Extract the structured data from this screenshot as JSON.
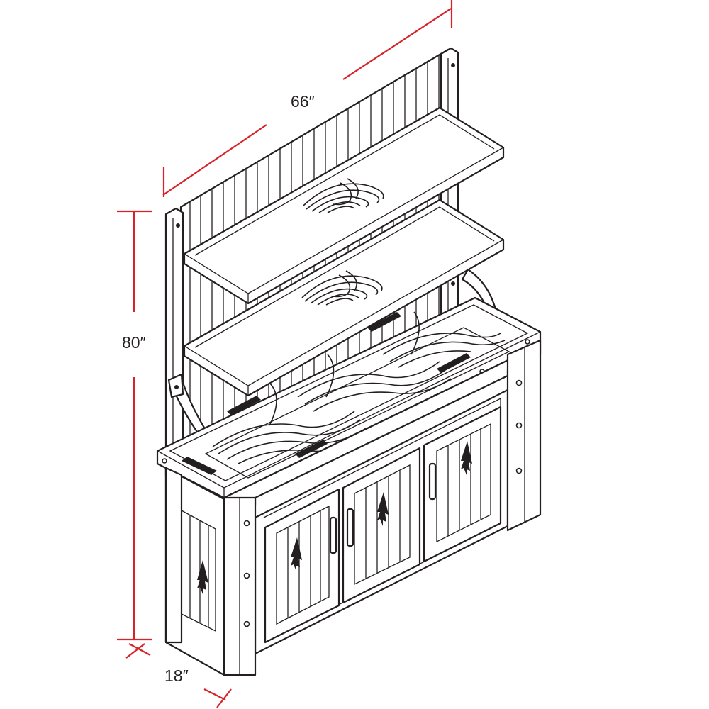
{
  "dimensions": {
    "width": "66″",
    "height": "80″",
    "depth": "18″"
  },
  "colors": {
    "dimension_line": "#d7222a",
    "outline": "#231f20",
    "background": "#ffffff"
  },
  "icons": {
    "wood_grain": "wood-grain-icon",
    "door_pull": "door-pull-icon",
    "arrow_knot": "arrow-knot-icon"
  }
}
